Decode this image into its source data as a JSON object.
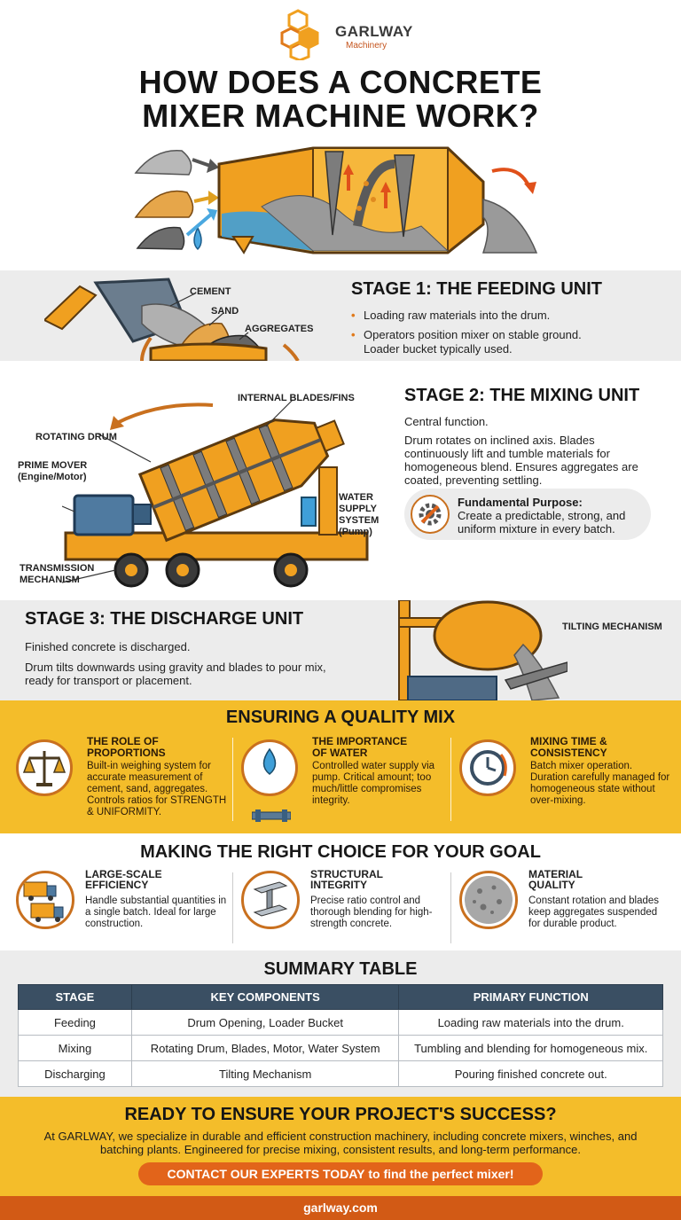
{
  "brand": {
    "name": "GARLWAY",
    "sub": "Machinery"
  },
  "title": {
    "line1": "HOW DOES A CONCRETE",
    "line2": "MIXER MACHINE WORK?"
  },
  "stage1": {
    "title": "STAGE 1: THE FEEDING UNIT",
    "bullets": [
      "Loading raw materials into the drum.",
      "Operators position mixer on stable ground.",
      "Loader bucket typically used."
    ],
    "labels": {
      "cement": "CEMENT",
      "sand": "SAND",
      "aggregates": "AGGREGATES"
    }
  },
  "stage2": {
    "title": "STAGE 2: THE MIXING UNIT",
    "intro": "Central function.",
    "body": "Drum rotates on inclined axis. Blades continuously lift and tumble materials for homogeneous blend. Ensures aggregates are coated, preventing settling.",
    "callout_title": "Fundamental Purpose:",
    "callout_body": "Create a predictable, strong, and uniform mixture in every batch.",
    "labels": {
      "blades": "INTERNAL BLADES/FINS",
      "drum": "ROTATING DRUM",
      "prime1": "PRIME MOVER",
      "prime2": "(Engine/Motor)",
      "water1": "WATER",
      "water2": "SUPPLY",
      "water3": "SYSTEM",
      "water4": "(Pump)",
      "trans1": "TRANSMISSION",
      "trans2": "MECHANISM"
    }
  },
  "stage3": {
    "title": "STAGE 3: THE DISCHARGE UNIT",
    "intro": "Finished concrete is discharged.",
    "body": "Drum tilts downwards using gravity and blades to pour mix, ready for transport or placement.",
    "label": "TILTING MECHANISM"
  },
  "quality": {
    "title": "ENSURING A QUALITY MIX",
    "items": [
      {
        "head1": "THE ROLE OF",
        "head2": "PROPORTIONS",
        "body": "Built-in weighing system for accurate measurement of cement, sand, aggregates. Controls ratios for STRENGTH & UNIFORMITY.",
        "icon": "balance-scale-icon"
      },
      {
        "head1": "THE IMPORTANCE",
        "head2": "OF WATER",
        "body": "Controlled water supply via pump. Critical amount; too much/little compromises integrity.",
        "icon": "water-drop-icon"
      },
      {
        "head1": "MIXING TIME &",
        "head2": "CONSISTENCY",
        "body": "Batch mixer operation. Duration carefully managed for homogeneous state without over-mixing.",
        "icon": "clock-icon"
      }
    ]
  },
  "choice": {
    "title": "MAKING THE RIGHT CHOICE FOR YOUR GOAL",
    "items": [
      {
        "head1": "LARGE-SCALE",
        "head2": "EFFICIENCY",
        "body": "Handle substantial quantities in a single batch. Ideal for large construction.",
        "icon": "trucks-icon"
      },
      {
        "head1": "STRUCTURAL",
        "head2": "INTEGRITY",
        "body": "Precise ratio control and thorough blending for high-strength concrete.",
        "icon": "steel-beam-icon"
      },
      {
        "head1": "MATERIAL",
        "head2": "QUALITY",
        "body": "Constant rotation and blades keep aggregates suspended for durable product.",
        "icon": "concrete-sample-icon"
      }
    ]
  },
  "summary": {
    "title": "SUMMARY TABLE",
    "headers": [
      "STAGE",
      "KEY COMPONENTS",
      "PRIMARY FUNCTION"
    ],
    "rows": [
      [
        "Feeding",
        "Drum Opening, Loader Bucket",
        "Loading raw materials into the drum."
      ],
      [
        "Mixing",
        "Rotating Drum, Blades, Motor, Water System",
        "Tumbling and blending for homogeneous mix."
      ],
      [
        "Discharging",
        "Tilting Mechanism",
        "Pouring finished concrete out."
      ]
    ]
  },
  "cta": {
    "title": "READY TO ENSURE YOUR PROJECT'S SUCCESS?",
    "body": "At GARLWAY, we specialize in durable and efficient construction machinery, including concrete mixers, winches, and batching plants. Engineered for precise mixing, consistent results, and long-term performance.",
    "button_strong": "CONTACT OUR EXPERTS TODAY",
    "button_rest": " to find the perfect mixer!"
  },
  "footer": {
    "url": "garlway.com"
  },
  "colors": {
    "orange": "#f0a020",
    "dark_orange": "#d25a15",
    "yellow": "#f4bd2a",
    "table_header": "#3a4f63",
    "grey": "#ececec"
  }
}
